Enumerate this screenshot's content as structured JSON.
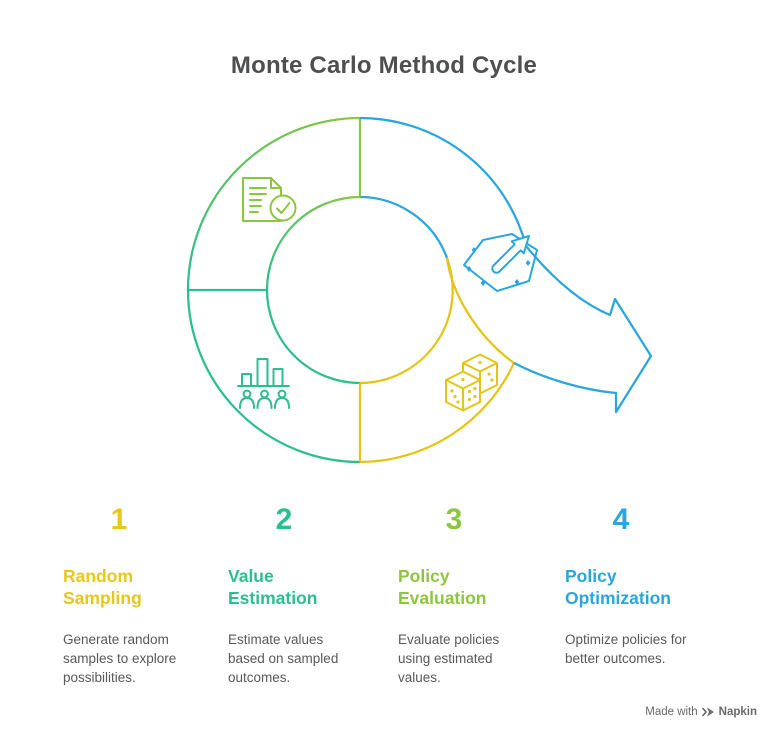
{
  "title": "Monte Carlo Method Cycle",
  "text_colors": {
    "title": "#4E4F51",
    "description": "#58595B",
    "watermark": "#6a6a6a"
  },
  "diagram": {
    "type": "cycle-with-exit-arrow",
    "colors": {
      "lime": "#8CC63F",
      "teal": "#2DBE8D",
      "yellow": "#E3C517",
      "blue": "#2AA6DC"
    },
    "segments": [
      {
        "position": "top-left",
        "icon": "document-check-icon",
        "color": "#8CC63F"
      },
      {
        "position": "top-right",
        "icon": "arrow-up-right-icon",
        "color": "#2AA6DC"
      },
      {
        "position": "bottom-left",
        "icon": "bar-chart-people-icon",
        "color": "#2DBE8D"
      },
      {
        "position": "bottom-right",
        "icon": "dice-icon",
        "color": "#E3C517"
      }
    ]
  },
  "steps": [
    {
      "number": "1",
      "title": "Random\nSampling",
      "description": "Generate random\nsamples to explore\npossibilities.",
      "color": "#E8C71D"
    },
    {
      "number": "2",
      "title": "Value\nEstimation",
      "description": "Estimate values\nbased on sampled\noutcomes.",
      "color": "#2DBE8D"
    },
    {
      "number": "3",
      "title": "Policy\nEvaluation",
      "description": "Evaluate policies\nusing estimated\nvalues.",
      "color": "#8CC63F"
    },
    {
      "number": "4",
      "title": "Policy\nOptimization",
      "description": "Optimize policies for\nbetter outcomes.",
      "color": "#2AA6DC"
    }
  ],
  "watermark": {
    "prefix": "Made with",
    "brand": "Napkin"
  }
}
